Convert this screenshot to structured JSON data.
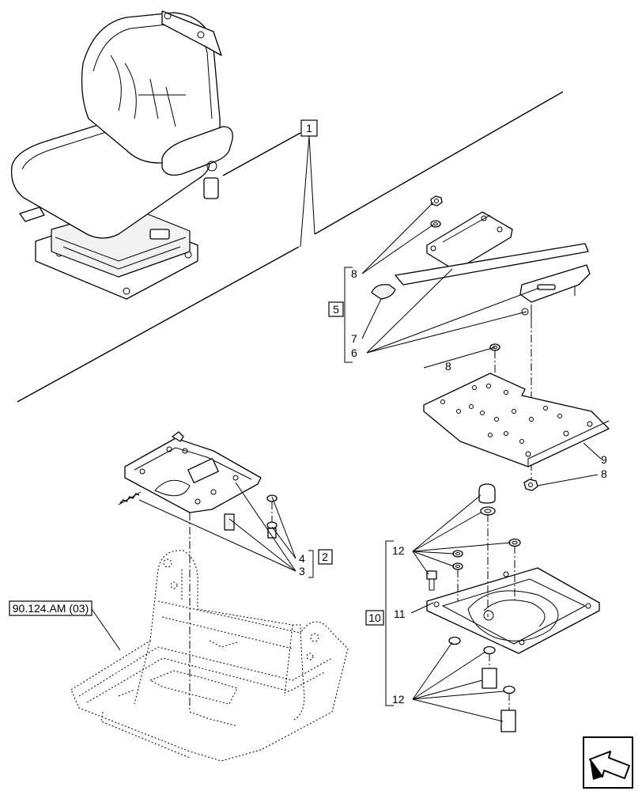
{
  "labels": {
    "l1": "1",
    "l2": "2",
    "l3": "3",
    "l4": "4",
    "l5": "5",
    "l6": "6",
    "l7": "7",
    "l8a": "8",
    "l8b": "8",
    "l8c": "8",
    "l9": "9",
    "l10": "10",
    "l11": "11",
    "l12a": "12",
    "l12b": "12",
    "ref": "90.124.AM (03)"
  }
}
